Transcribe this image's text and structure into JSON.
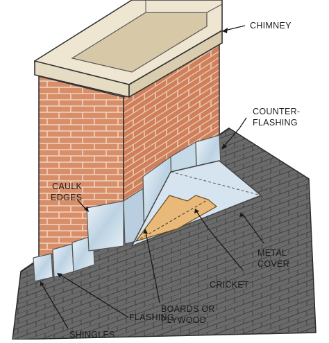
{
  "labels": {
    "chimney": "CHIMNEY",
    "counter_flashing_line1": "COUNTER-",
    "counter_flashing_line2": "FLASHING",
    "caulk_edges_line1": "CAULK",
    "caulk_edges_line2": "EDGES",
    "metal_cover_line1": "METAL",
    "metal_cover_line2": "COVER",
    "cricket": "CRICKET",
    "boards_line1": "BOARDS OR",
    "boards_line2": "PLYWOOD",
    "flashing": "FLASHING",
    "shingles": "SHINGLES"
  },
  "colors": {
    "brick": "#d98e6a",
    "mortar": "#efd5c2",
    "cap": "#efe6d2",
    "shingle": "#6e6e6e",
    "metal": "#c9dbe8",
    "plywood": "#e8b978"
  }
}
